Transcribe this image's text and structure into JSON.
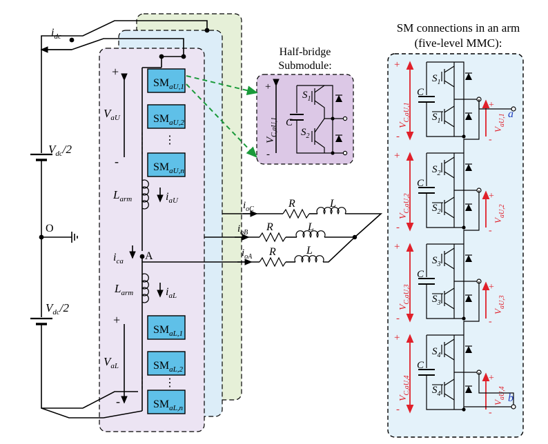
{
  "dc_link": {
    "idc_label_main": "i",
    "idc_label_sub": "dc",
    "vdc_top_main": "V",
    "vdc_top_sub": "dc",
    "vdc_top_tail": "/2",
    "vdc_bottom_main": "V",
    "vdc_bottom_sub": "dc",
    "vdc_bottom_tail": "/2",
    "ground_label": "O"
  },
  "upper_arm": {
    "modules": [
      {
        "main": "SM",
        "sub": "aU,1"
      },
      {
        "main": "SM",
        "sub": "aU,2"
      },
      {
        "main": "SM",
        "sub": "aU,n"
      }
    ],
    "dots": "⋮",
    "voltage_main": "V",
    "voltage_sub": "aU",
    "plus": "+",
    "minus": "-",
    "inductor_main": "L",
    "inductor_sub": "arm",
    "current_main": "i",
    "current_sub": "aU"
  },
  "lower_arm": {
    "modules": [
      {
        "main": "SM",
        "sub": "aL,1"
      },
      {
        "main": "SM",
        "sub": "aL,2"
      },
      {
        "main": "SM",
        "sub": "aL,n"
      }
    ],
    "dots": "⋮",
    "voltage_main": "V",
    "voltage_sub": "aL",
    "plus": "+",
    "minus": "-",
    "inductor_main": "L",
    "inductor_sub": "arm",
    "current_main": "i",
    "current_sub": "aL"
  },
  "midpoint": {
    "node_label": "A",
    "current_main": "i",
    "current_sub": "ca"
  },
  "load": {
    "phases": [
      {
        "current_main": "i",
        "current_sub": "oC",
        "r": "R",
        "l": "L"
      },
      {
        "current_main": "i",
        "current_sub": "oB",
        "r": "R",
        "l": "L"
      },
      {
        "current_main": "i",
        "current_sub": "oA",
        "r": "R",
        "l": "L"
      }
    ]
  },
  "half_bridge": {
    "title_line1": "Half-bridge",
    "title_line2": "Submodule:",
    "cap_label": "C",
    "s1_main": "S",
    "s1_sub": "1",
    "s2_main": "S",
    "s2_sub": "2",
    "voltage_main": "V",
    "voltage_sub": "C,aU,1",
    "plus": "+",
    "minus": "-"
  },
  "arm_connections": {
    "title_line1": "SM connections in an arm",
    "title_line2": "(five-level MMC):",
    "terminal_top": "a",
    "terminal_bottom": "b",
    "plus": "+",
    "minus": "-",
    "cells": [
      {
        "cap": "C",
        "top_main": "S",
        "top_sub": "1",
        "bot_main": "S",
        "bot_sub": "1",
        "vc_main": "V",
        "vc_sub": "C,aU,1",
        "vo_main": "V",
        "vo_sub": "aU,1"
      },
      {
        "cap": "C",
        "top_main": "S",
        "top_sub": "2",
        "bot_main": "S",
        "bot_sub": "2",
        "vc_main": "V",
        "vc_sub": "C,aU,2",
        "vo_main": "V",
        "vo_sub": "aU,2"
      },
      {
        "cap": "C",
        "top_main": "S",
        "top_sub": "3",
        "bot_main": "S",
        "bot_sub": "3",
        "vc_main": "V",
        "vc_sub": "C,aU,3",
        "vo_main": "V",
        "vo_sub": "aU,3"
      },
      {
        "cap": "C",
        "top_main": "S",
        "top_sub": "4",
        "bot_main": "S",
        "bot_sub": "4",
        "vc_main": "V",
        "vc_sub": "C,aU,4",
        "vo_main": "V",
        "vo_sub": "aU,4"
      }
    ]
  },
  "colors": {
    "sm_fill": "#5fc0e8",
    "phase_a_panel": "#ece4f3",
    "phase_b_panel": "#dcedf8",
    "phase_c_panel": "#e6f0d8",
    "half_bridge_panel": "#dcc8e6",
    "arm_panel": "#e4f2fa",
    "accent_red": "#e0202a",
    "accent_green": "#1a9a3a",
    "terminal_blue": "#1f3fbf"
  }
}
